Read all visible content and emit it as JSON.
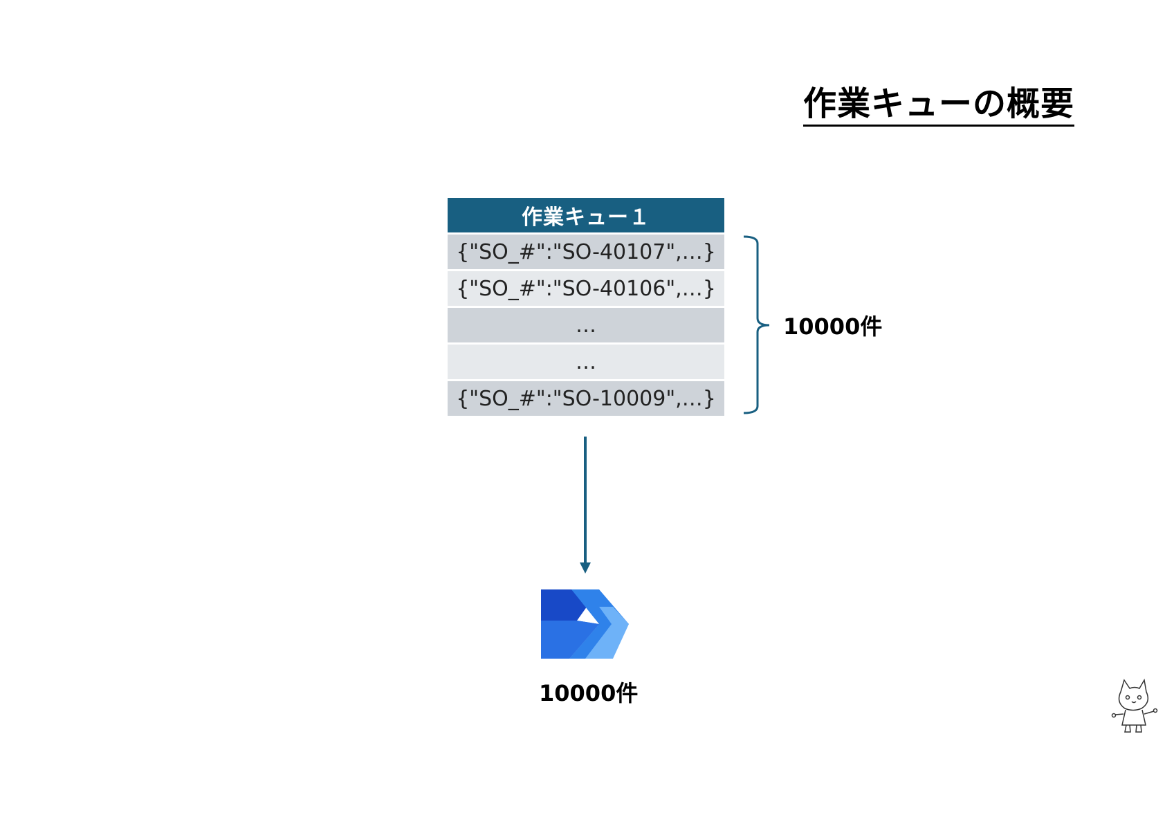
{
  "title": "作業キューの概要",
  "queue": {
    "header": "作業キュー１",
    "rows": [
      "{\"SO_#\":\"SO-40107\",…}",
      "{\"SO_#\":\"SO-40106\",…}",
      "…",
      "…",
      "{\"SO_#\":\"SO-10009\",…}"
    ]
  },
  "count_right": "10000件",
  "count_bottom": "10000件",
  "colors": {
    "queue_header": "#185f81",
    "row_dark": "#ced3d9",
    "row_light": "#e6e9ec",
    "bracket_arrow": "#185f81"
  },
  "icons": {
    "app_logo": "power-automate-logo-icon",
    "mascot": "cat-mascot-illustration"
  }
}
